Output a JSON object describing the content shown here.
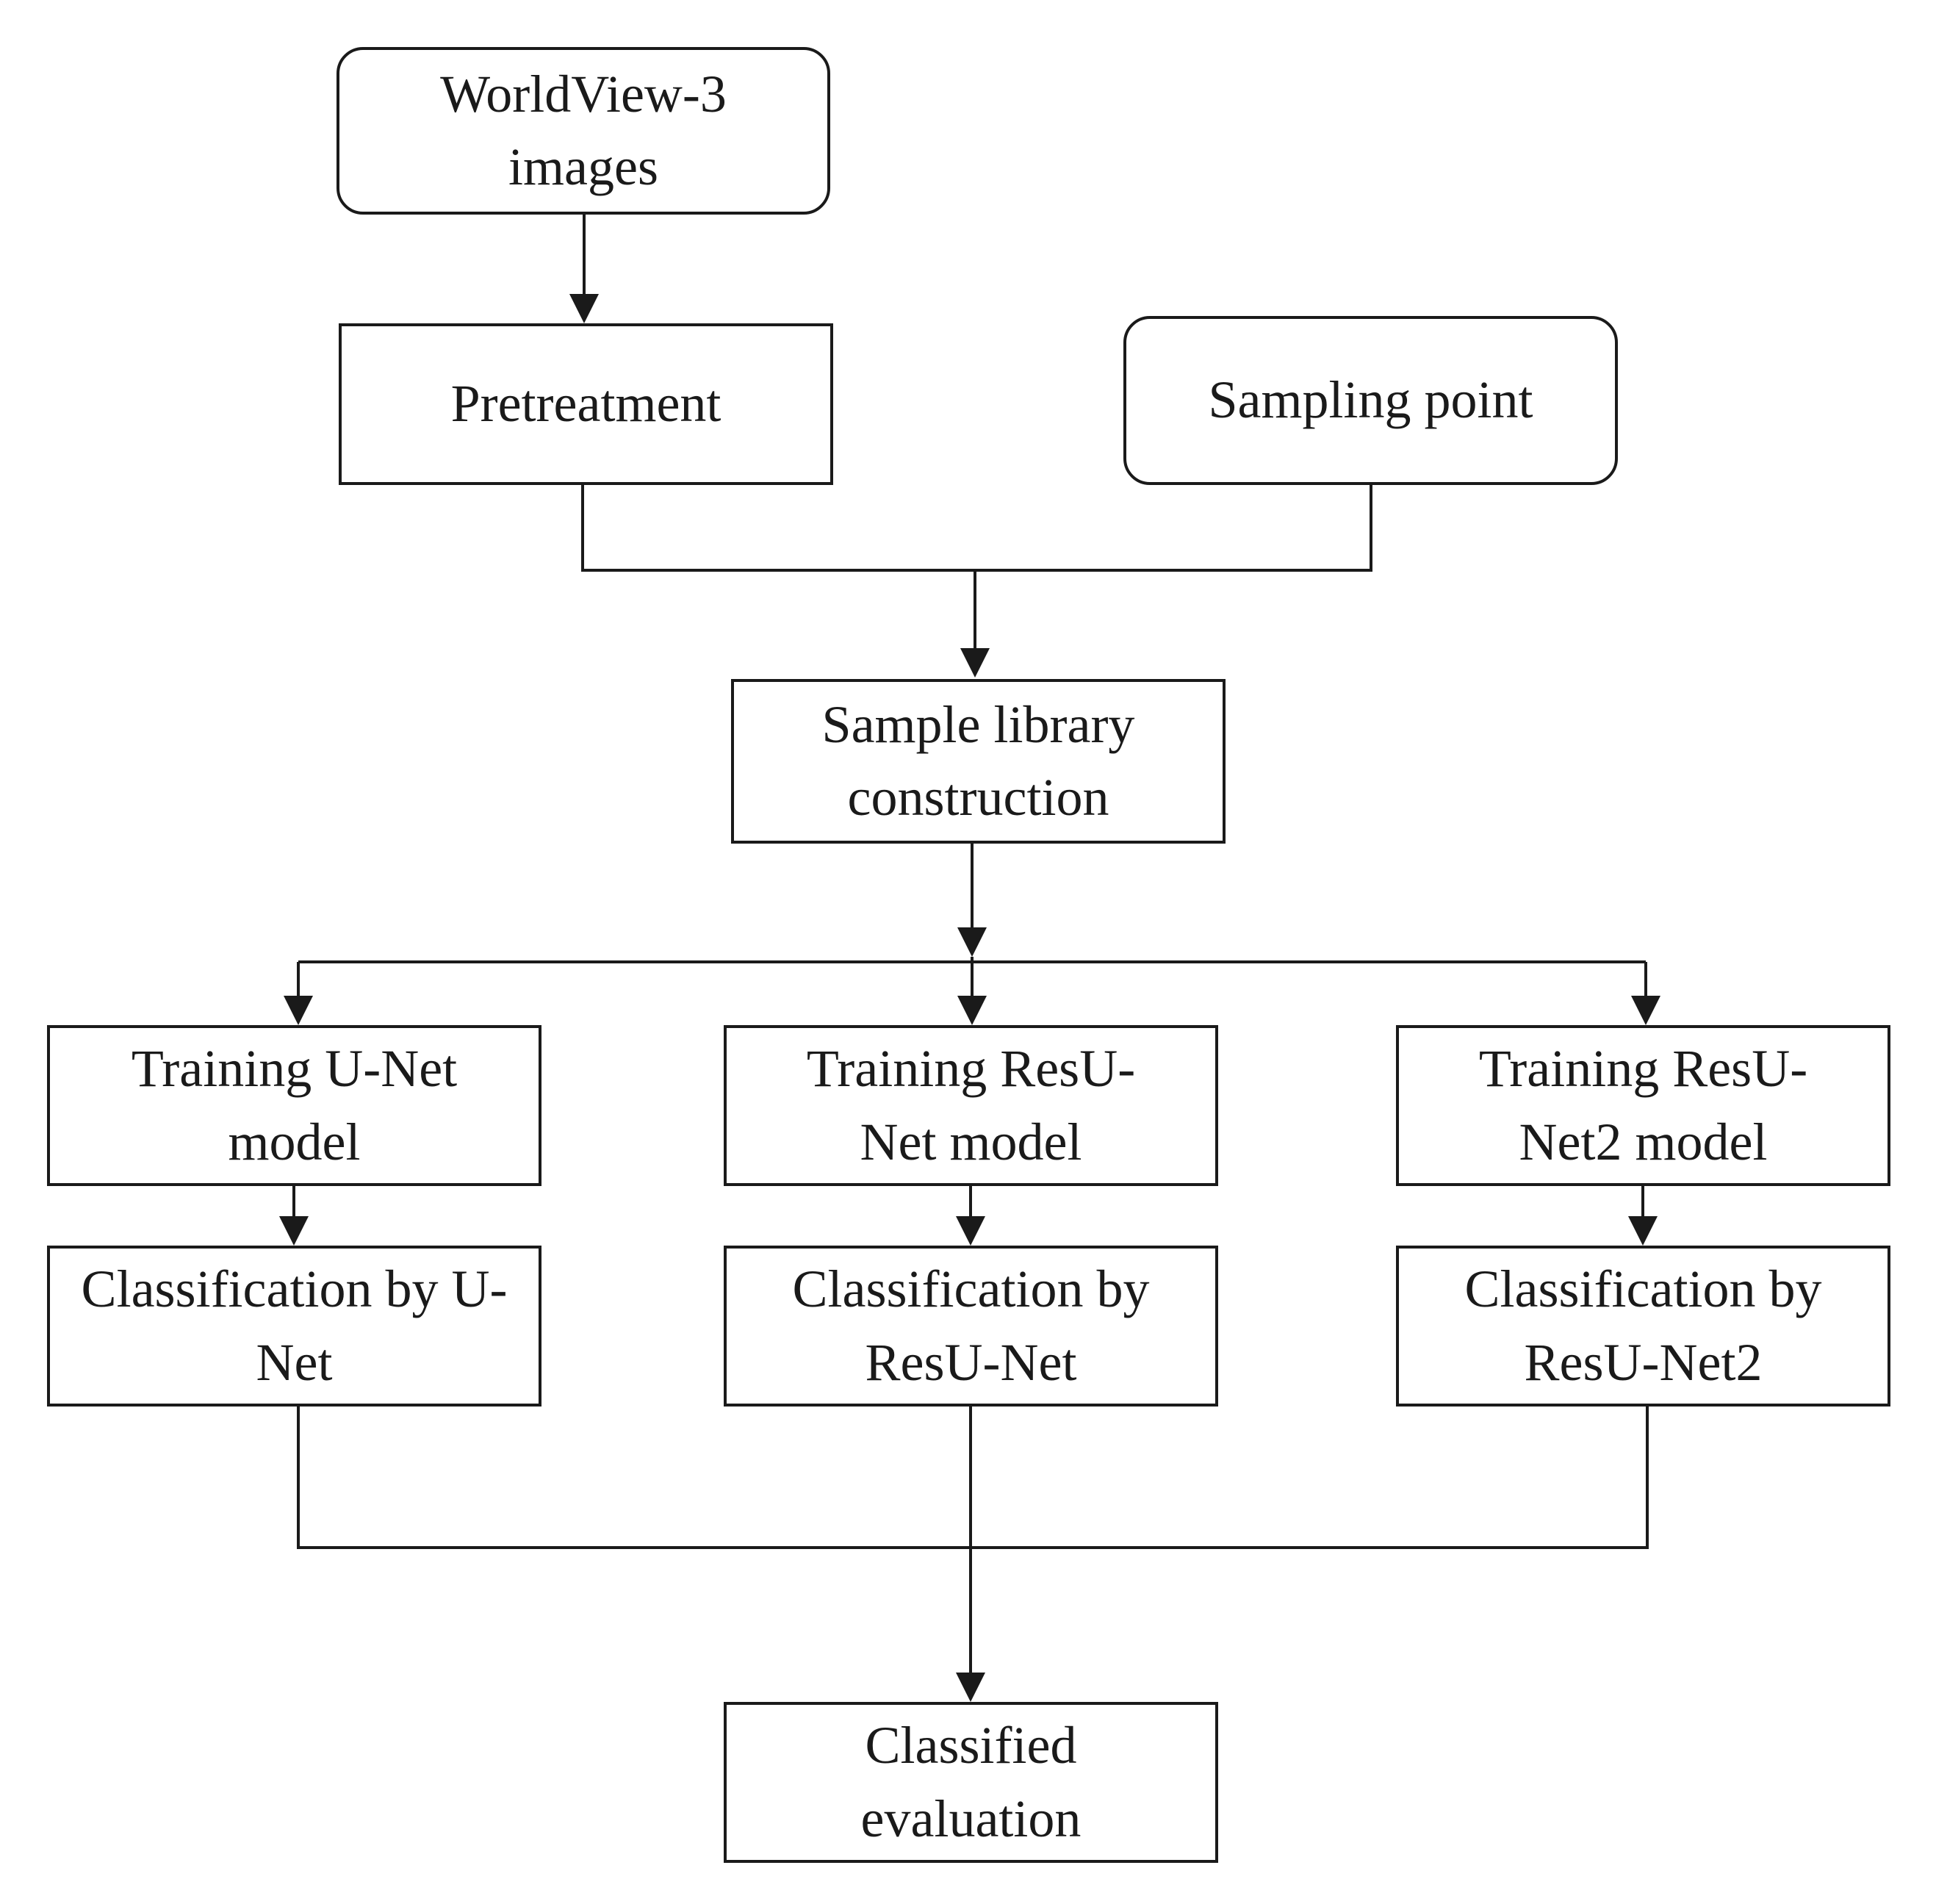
{
  "nodes": {
    "input_images": {
      "label": "WorldView-3 images"
    },
    "pretreatment": {
      "label": "Pretreatment"
    },
    "sampling_point": {
      "label": "Sampling point"
    },
    "sample_library": {
      "label": "Sample library construction"
    },
    "train_unet": {
      "label": "Training U-Net model"
    },
    "train_resunet": {
      "label": "Training ResU-Net model"
    },
    "train_resunet2": {
      "label": "Training ResU-Net2 model"
    },
    "classify_unet": {
      "label": "Classification by U-Net"
    },
    "classify_resunet": {
      "label": "Classification by ResU-Net"
    },
    "classify_resunet2": {
      "label": "Classification by ResU-Net2"
    },
    "evaluation": {
      "label": "Classified evaluation"
    }
  },
  "edges": [
    {
      "from": "input_images",
      "to": "pretreatment"
    },
    {
      "from": "pretreatment",
      "to": "sample_library"
    },
    {
      "from": "sampling_point",
      "to": "sample_library"
    },
    {
      "from": "sample_library",
      "to": "train_unet"
    },
    {
      "from": "sample_library",
      "to": "train_resunet"
    },
    {
      "from": "sample_library",
      "to": "train_resunet2"
    },
    {
      "from": "train_unet",
      "to": "classify_unet"
    },
    {
      "from": "train_resunet",
      "to": "classify_resunet"
    },
    {
      "from": "train_resunet2",
      "to": "classify_resunet2"
    },
    {
      "from": "classify_unet",
      "to": "evaluation"
    },
    {
      "from": "classify_resunet",
      "to": "evaluation"
    },
    {
      "from": "classify_resunet2",
      "to": "evaluation"
    }
  ],
  "colors": {
    "stroke": "#1a1a1a",
    "background": "#ffffff",
    "text": "#1a1a1a"
  }
}
